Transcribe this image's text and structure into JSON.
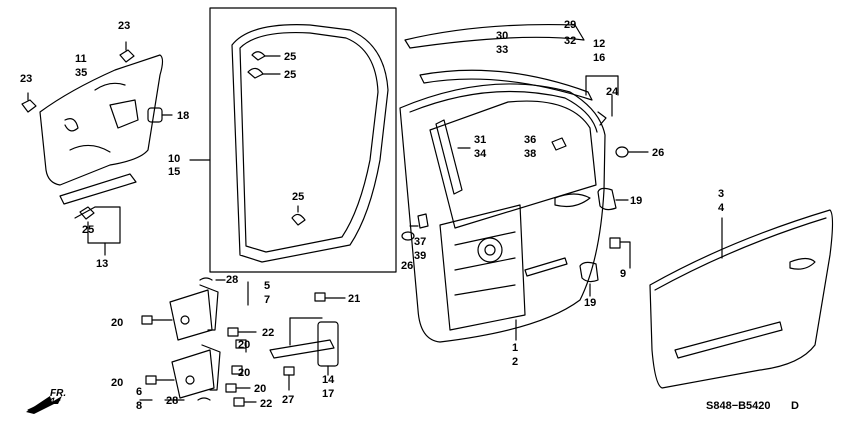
{
  "diagram": {
    "code": "S848−B5420",
    "revision": "D",
    "direction": "FR.",
    "callouts": {
      "c1": "1",
      "c2": "2",
      "c3": "3",
      "c4": "4",
      "c5": "5",
      "c6": "6",
      "c7": "7",
      "c8": "8",
      "c9": "9",
      "c10": "10",
      "c11": "11",
      "c12": "12",
      "c13": "13",
      "c14": "14",
      "c15": "15",
      "c16": "16",
      "c17": "17",
      "c18": "18",
      "c19": "19",
      "c20": "20",
      "c21": "21",
      "c22": "22",
      "c23": "23",
      "c24": "24",
      "c25": "25",
      "c26": "26",
      "c27": "27",
      "c28": "28",
      "c29": "29",
      "c30": "30",
      "c31": "31",
      "c32": "32",
      "c33": "33",
      "c34": "34",
      "c35": "35",
      "c36": "36",
      "c37": "37",
      "c38": "38",
      "c39": "39"
    }
  }
}
